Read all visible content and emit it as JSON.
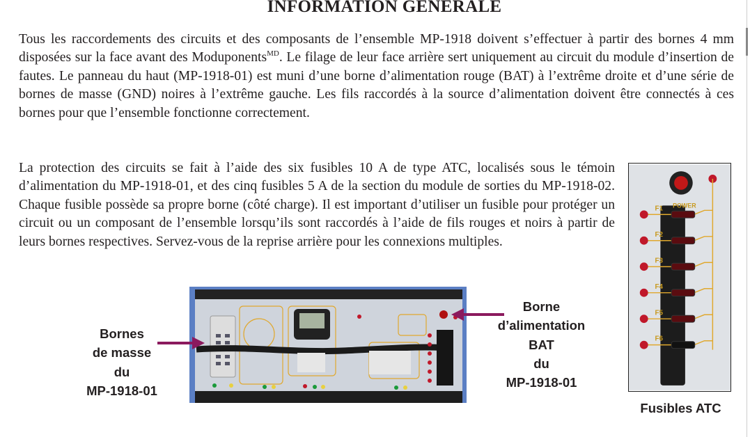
{
  "title": "INFORMATION GÉNÉRALE",
  "paragraph1": {
    "before_sup": "Tous les raccordements des circuits et des composants de l’ensemble MP-1918 doivent s’effectuer à partir des bornes 4 mm disposées sur la face avant des Moduponents",
    "sup": "MD",
    "after_sup": ". Le filage de leur face arrière sert uniquement au circuit du module d’insertion de fautes. Le panneau du haut (MP-1918-01) est muni d’une borne d’alimentation rouge (BAT) à l’extrême droite et d’une série de bornes de masse (GND) noires à l’extrême gauche. Les fils raccordés à la source d’alimentation doivent être connectés à ces bornes pour que l’ensemble fonctionne correc­tement."
  },
  "paragraph2": "La protection des circuits se fait à l’aide des six fusibles 10 A de type ATC, localisés sous le témoin d’alimentation du MP-1918-01, et des cinq fusibles 5 A de la section du module de sorties du MP-1918-02. Chaque fusible possède sa propre borne (côté charge). Il est important d’utiliser un fusible pour protéger un circuit ou un composant de l’ensemble lorsqu’ils sont raccordés à l’aide de fils rouges et noirs à partir de leurs bornes respectives. Servez-vous de la reprise arrière pour les connexions multiples.",
  "figure": {
    "left_label": [
      "Bornes",
      "de masse",
      "du",
      "MP-1918-01"
    ],
    "right_label": [
      "Borne",
      "d’alimentation",
      "BAT",
      "du",
      "MP-1918-01"
    ],
    "fuse_caption": "Fusibles ATC",
    "fuse_photo_labels": [
      "POWER",
      "F1",
      "F2",
      "F3",
      "F4",
      "F5",
      "F6"
    ],
    "arrow_color": "#8b1a5e",
    "accent_trace_color": "#e0a82e"
  }
}
